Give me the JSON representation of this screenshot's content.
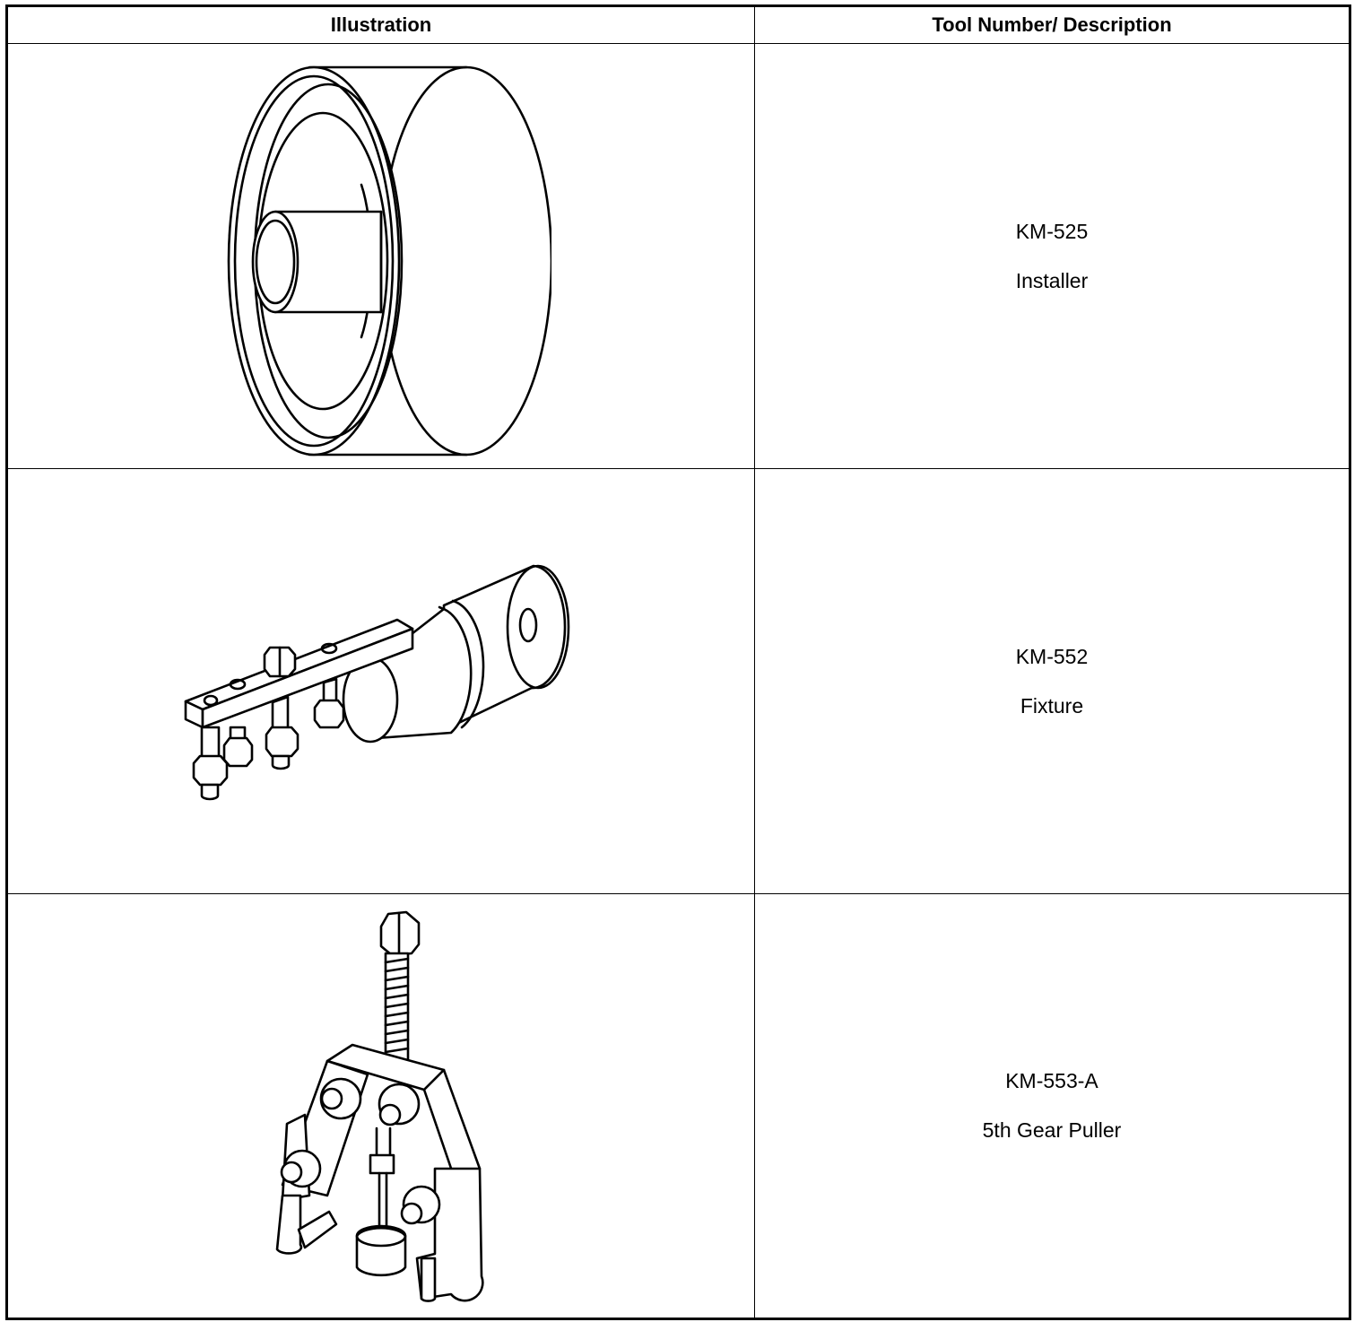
{
  "table": {
    "headers": {
      "illustration": "Illustration",
      "tool": "Tool Number/ Description"
    },
    "rows": [
      {
        "illustration_icon": "installer-icon",
        "tool_number": "KM-525",
        "description": "Installer"
      },
      {
        "illustration_icon": "fixture-icon",
        "tool_number": "KM-552",
        "description": "Fixture"
      },
      {
        "illustration_icon": "gear-puller-icon",
        "tool_number": "KM-553-A",
        "description": "5th Gear Puller"
      }
    ]
  }
}
